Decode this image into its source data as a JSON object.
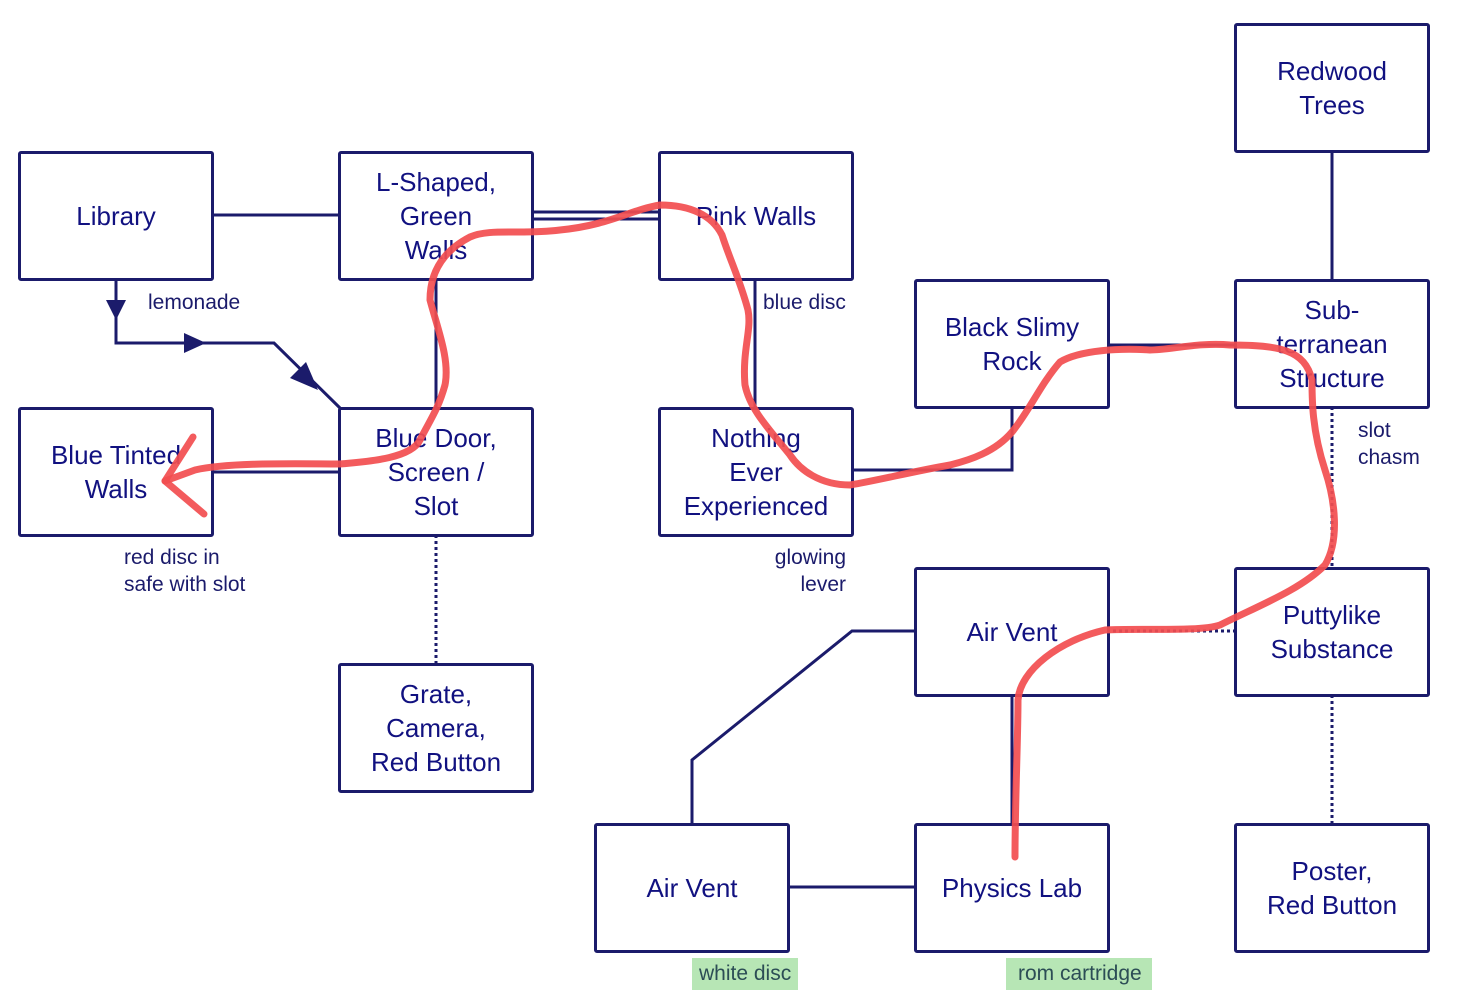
{
  "diagram": {
    "type": "room map",
    "colors": {
      "room_border": "#1b1b6b",
      "room_text": "#111180",
      "route": "#f24d4f",
      "item_highlight": "#b7e6b5"
    },
    "rooms": [
      {
        "id": "library",
        "label": "Library"
      },
      {
        "id": "l-shaped",
        "label": "L-Shaped,\nGreen\nWalls"
      },
      {
        "id": "pink-walls",
        "label": "Pink Walls"
      },
      {
        "id": "redwood-trees",
        "label": "Redwood\nTrees"
      },
      {
        "id": "black-slimy-rock",
        "label": "Black Slimy\nRock"
      },
      {
        "id": "subterranean",
        "label": "Sub-\nterranean\nStructure"
      },
      {
        "id": "blue-tinted-walls",
        "label": "Blue Tinted\nWalls"
      },
      {
        "id": "blue-door",
        "label": "Blue Door,\nScreen /\nSlot"
      },
      {
        "id": "nothing-ever",
        "label": "Nothing\nEver\nExperienced"
      },
      {
        "id": "grate-camera",
        "label": "Grate,\nCamera,\nRed Button"
      },
      {
        "id": "air-vent-upper",
        "label": "Air Vent"
      },
      {
        "id": "puttylike",
        "label": "Puttylike\nSubstance"
      },
      {
        "id": "air-vent-lower",
        "label": "Air Vent"
      },
      {
        "id": "physics-lab",
        "label": "Physics Lab"
      },
      {
        "id": "poster",
        "label": "Poster,\nRed Button"
      }
    ],
    "connections": [
      {
        "from": "library",
        "to": "l-shaped",
        "style": "solid"
      },
      {
        "from": "l-shaped",
        "to": "pink-walls",
        "style": "solid"
      },
      {
        "from": "l-shaped",
        "to": "blue-door",
        "style": "solid"
      },
      {
        "from": "library",
        "to": "blue-door",
        "style": "one-way",
        "label": "lemonade"
      },
      {
        "from": "blue-tinted-walls",
        "to": "blue-door",
        "style": "solid"
      },
      {
        "from": "blue-door",
        "to": "grate-camera",
        "style": "dotted"
      },
      {
        "from": "pink-walls",
        "to": "nothing-ever",
        "style": "solid",
        "label": "blue disc"
      },
      {
        "from": "nothing-ever",
        "to": "black-slimy-rock",
        "style": "solid"
      },
      {
        "from": "black-slimy-rock",
        "to": "subterranean",
        "style": "solid"
      },
      {
        "from": "redwood-trees",
        "to": "subterranean",
        "style": "solid"
      },
      {
        "from": "subterranean",
        "to": "puttylike",
        "style": "dotted",
        "label": "slot chasm"
      },
      {
        "from": "air-vent-upper",
        "to": "puttylike",
        "style": "dotted"
      },
      {
        "from": "puttylike",
        "to": "poster",
        "style": "dotted"
      },
      {
        "from": "air-vent-upper",
        "to": "physics-lab",
        "style": "solid"
      },
      {
        "from": "air-vent-upper",
        "to": "air-vent-lower",
        "style": "solid"
      },
      {
        "from": "air-vent-lower",
        "to": "physics-lab",
        "style": "solid"
      }
    ],
    "notes": {
      "lemonade": "lemonade",
      "blue_disc": "blue disc",
      "slot_chasm": "slot\nchasm",
      "red_disc": "red disc in\n   safe with slot",
      "glowing_lever": "glowing\nlever"
    },
    "highlighted_items": {
      "white_disc": "white disc",
      "rom_cartridge": "rom cartridge"
    },
    "route": {
      "description": "Hand-drawn red path from Physics Lab through Air Vent, Puttylike Substance, Sub-terranean Structure, Black Slimy Rock, Nothing Ever Experienced, Pink Walls, L-Shaped Green Walls, Blue Door to Blue Tinted Walls",
      "order": [
        "physics-lab",
        "air-vent-upper",
        "puttylike",
        "subterranean",
        "black-slimy-rock",
        "nothing-ever",
        "pink-walls",
        "l-shaped",
        "blue-door",
        "blue-tinted-walls"
      ]
    }
  }
}
